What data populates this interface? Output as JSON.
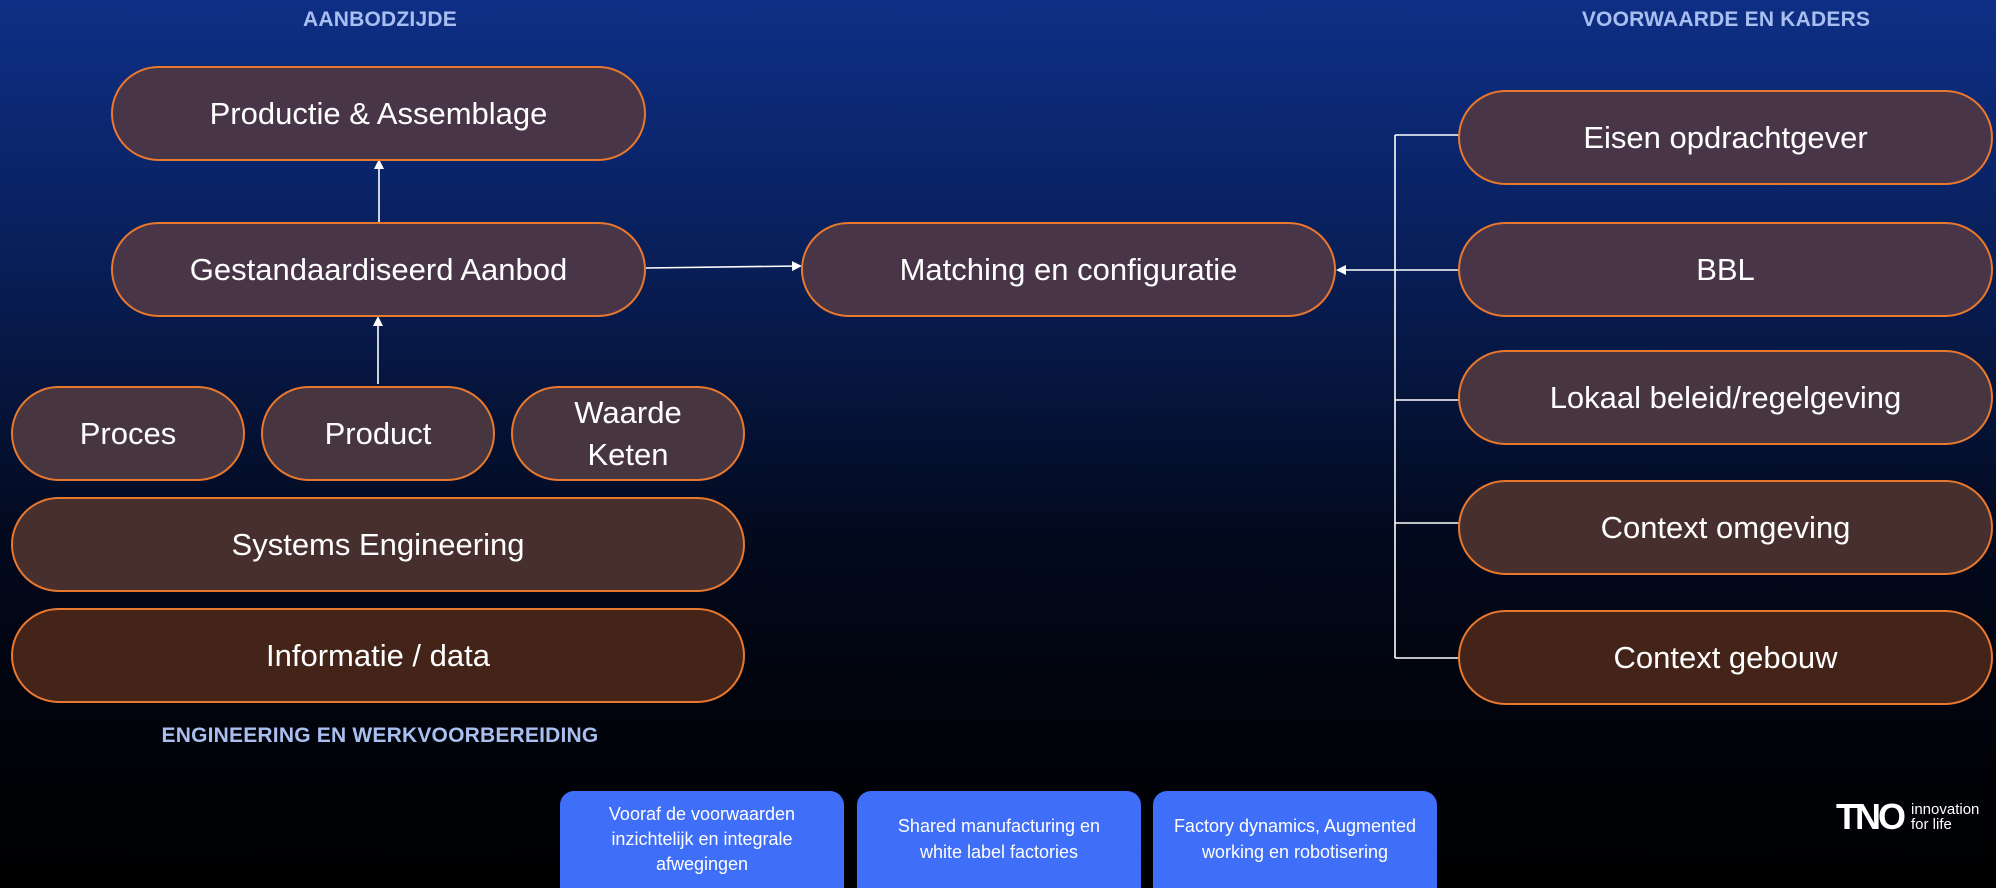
{
  "headers": {
    "supply_side": "AANBODZIJDE",
    "conditions": "VOORWAARDE EN KADERS",
    "engineering": "ENGINEERING EN WERKVOORBEREIDING"
  },
  "left_stack": {
    "production": "Productie & Assemblage",
    "standardized_offer": "Gestandaardiseerd Aanbod",
    "process": "Proces",
    "product": "Product",
    "value_chain": "Waarde\nKeten",
    "systems_engineering": "Systems Engineering",
    "information_data": "Informatie / data"
  },
  "center": {
    "matching": "Matching en configuratie"
  },
  "right_stack": {
    "client_requirements": "Eisen opdrachtgever",
    "bbl": "BBL",
    "local_policy": "Lokaal beleid/regelgeving",
    "context_environment": "Context omgeving",
    "context_building": "Context gebouw"
  },
  "cards": {
    "card1": "Vooraf de voorwaarden inzichtelijk en integrale afwegingen",
    "card2": "Shared manufacturing en white label factories",
    "card3": "Factory dynamics, Augmented working en robotisering"
  },
  "logo": {
    "mark": "TNO",
    "tagline_line1": "innovation",
    "tagline_line2": "for life"
  },
  "colors": {
    "pill_border": "#e8782e",
    "header_text": "#a9bff0",
    "card_bg": "#3f6ef8"
  }
}
